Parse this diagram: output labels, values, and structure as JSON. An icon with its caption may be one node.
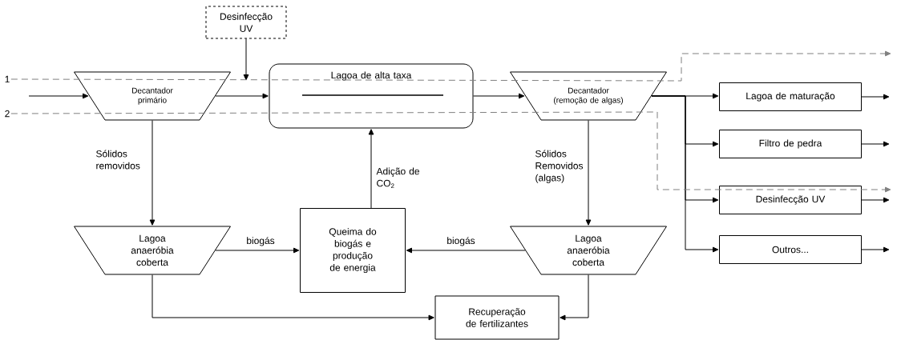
{
  "diagram": {
    "nodes": [
      {
        "text": [
          "Desinfecção UV"
        ]
      },
      {
        "text": [
          "Decantador primário"
        ]
      },
      {
        "text": [
          "Lagoa de alta taxa"
        ]
      },
      {
        "text": [
          "Decantador (remoção de algas)"
        ]
      },
      {
        "text": [
          "Lagoa de maturação"
        ]
      },
      {
        "text": [
          "Filtro de pedra"
        ]
      },
      {
        "text": [
          "Desinfecção UV"
        ]
      },
      {
        "text": [
          "Outros..."
        ]
      },
      {
        "text": [
          "Lagoa anaeróbia coberta"
        ]
      },
      {
        "text": [
          "Queima do biogás e produção de energia"
        ]
      },
      {
        "text": [
          "Lagoa anaeróbia coberta"
        ]
      },
      {
        "text": [
          "Recuperação de fertilizantes"
        ]
      },
      {
        "text": [
          "1"
        ]
      },
      {
        "text": [
          "2"
        ]
      }
    ],
    "edges": [
      {
        "from": null,
        "to": 1,
        "arrow": "to"
      },
      {
        "from": 0,
        "to": null,
        "arrow": "to"
      },
      {
        "from": 1,
        "to": 2,
        "arrow": "to"
      },
      {
        "from": 2,
        "to": 3,
        "arrow": "to"
      },
      {
        "from": 3,
        "to": 4,
        "arrow": "to"
      },
      {
        "from": 3,
        "to": 5,
        "arrow": "to"
      },
      {
        "from": 3,
        "to": 6,
        "arrow": "to"
      },
      {
        "from": 3,
        "to": 7,
        "arrow": "to"
      },
      {
        "from": 4,
        "to": null,
        "arrow": "to"
      },
      {
        "from": 5,
        "to": null,
        "arrow": "to"
      },
      {
        "from": 6,
        "to": null,
        "arrow": "to"
      },
      {
        "from": 7,
        "to": null,
        "arrow": "to"
      },
      {
        "from": 1,
        "to": 8,
        "arrow": "to",
        "label": "Sólidos removidos"
      },
      {
        "from": 9,
        "to": 2,
        "arrow": "to",
        "label": "Adição de CO$_{2}$"
      },
      {
        "from": 8,
        "to": 9,
        "arrow": "to",
        "label": "biogás"
      },
      {
        "from": 10,
        "to": 9,
        "arrow": "to",
        "label": "biogás"
      },
      {
        "from": 3,
        "to": 10,
        "arrow": "to",
        "label": "Sólidos Removidos (algas)"
      },
      {
        "from": 8,
        "to": 11,
        "arrow": "to"
      },
      {
        "from": 10,
        "to": 11,
        "arrow": "to"
      },
      {
        "from": 12,
        "to": null,
        "arrow": "to",
        "style": "dashed",
        "color": "#808080"
      },
      {
        "from": 13,
        "to": null,
        "arrow": "to",
        "style": "dashed",
        "color": "#808080"
      }
    ]
  }
}
